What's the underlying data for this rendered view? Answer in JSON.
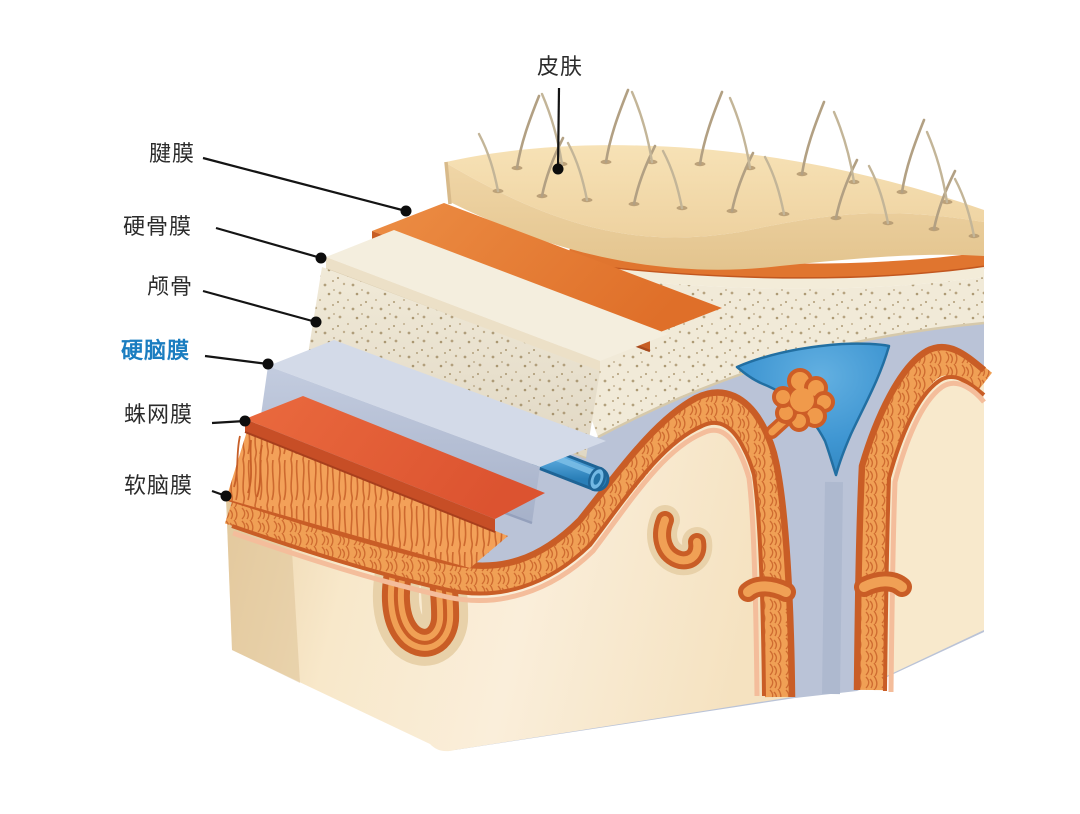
{
  "figure": {
    "description": "Layered cross-section illustration of the scalp, skull and meninges over the brain",
    "labels": {
      "skin": "皮肤",
      "aponeurosis": "腱膜",
      "periosteum": "硬骨膜",
      "skull": "颅骨",
      "dura_mater": "硬脑膜",
      "arachnoid": "蛛网膜",
      "pia_mater": "软脑膜"
    },
    "label_color": "#2b2b2b",
    "highlight_label_color": "#1a7dc0",
    "palette": {
      "skin_top": "#f5dfb0",
      "skin_front": "#ecd2a2",
      "aponeurosis_orange": "#e0752f",
      "periosteum_cream": "#f3ecd9",
      "bone_speckled": "#f1ead8",
      "dura_gray": "#bac3d7",
      "arachnoid_red": "#e15632",
      "trabeculae_orange": "#f0a055",
      "pia_line_orange": "#c95d26",
      "brain_cream": "#f8e8ca",
      "sinus_blue": "#3f96d2",
      "vessel_blue": "#3a90cb",
      "hair": "#b2a083"
    }
  }
}
